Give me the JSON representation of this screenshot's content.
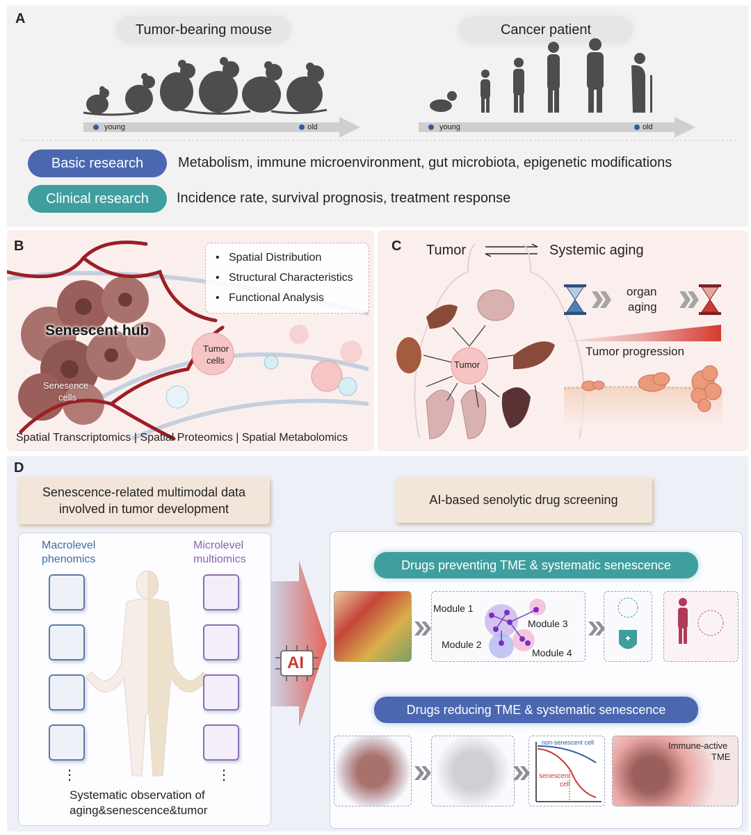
{
  "panelA": {
    "label": "A",
    "mouse_title": "Tumor-bearing mouse",
    "patient_title": "Cancer patient",
    "young": "young",
    "old": "old",
    "basic_label": "Basic research",
    "basic_text": "Metabolism, immune microenvironment, gut microbiota, epigenetic modifications",
    "clinical_label": "Clinical research",
    "clinical_text": "Incidence rate, survival prognosis, treatment response",
    "colors": {
      "basic": "#4a67b0",
      "clinical": "#3f9e9e"
    }
  },
  "panelB": {
    "label": "B",
    "bullets": [
      "Spatial Distribution",
      "Structural Characteristics",
      "Functional Analysis"
    ],
    "senescent_hub": "Senescent hub",
    "tumor_cells_1": "Tumor",
    "tumor_cells_2": "cells",
    "senescence_cells_1": "Senesence",
    "senescence_cells_2": "cells",
    "footer": "Spatial Transcriptomics | Spatial Proteomics | Spatial Metabolomics"
  },
  "panelC": {
    "label": "C",
    "tumor": "Tumor",
    "systemic_aging": "Systemic aging",
    "organ_1": "organ",
    "organ_2": "aging",
    "tumor_progression": "Tumor progression",
    "center_tumor": "Tumor"
  },
  "panelD": {
    "label": "D",
    "left_header_1": "Senescence-related multimodal data",
    "left_header_2": "involved in tumor development",
    "right_header": "AI-based senolytic drug screening",
    "macro_1": "Macrolevel",
    "macro_2": "phenomics",
    "micro_1": "Microlevel",
    "micro_2": "multiomics",
    "dots": "⋮",
    "footer_1": "Systematic observation of",
    "footer_2": "aging&senescence&tumor",
    "ai": "AI",
    "preventing": "Drugs preventing TME & systematic senescence",
    "reducing": "Drugs reducing TME & systematic senescence",
    "modules": [
      "Module 1",
      "Module 2",
      "Module 3",
      "Module 4"
    ],
    "non_senescent": "non-senescent cell",
    "senescent_1": "senescent",
    "senescent_2": "cell",
    "immune_1": "Immune-active",
    "immune_2": "TME",
    "colors": {
      "preventing": "#3f9e9e",
      "reducing": "#4a67b0"
    }
  }
}
